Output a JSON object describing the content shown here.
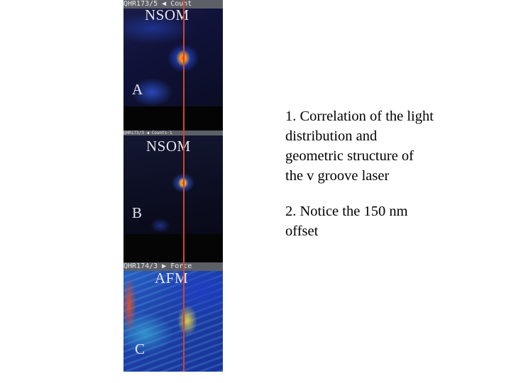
{
  "panels": [
    {
      "header": "QHR173/5 ◀ Count",
      "title": "NSOM",
      "letter": "A"
    },
    {
      "header": "QHR173/3 ◀ Counts·1",
      "title": "NSOM",
      "letter": "B"
    },
    {
      "header": "QHR174/3 ▶ Force",
      "title": "AFM",
      "letter": "C"
    }
  ],
  "notes": {
    "item1": "1. Correlation of the light distribution and geometric structure of the v groove laser",
    "item2": "2. Notice the 150 nm offset"
  },
  "colors": {
    "marker_line": "#d4442a",
    "divider_bar": "#1fb4b4"
  }
}
